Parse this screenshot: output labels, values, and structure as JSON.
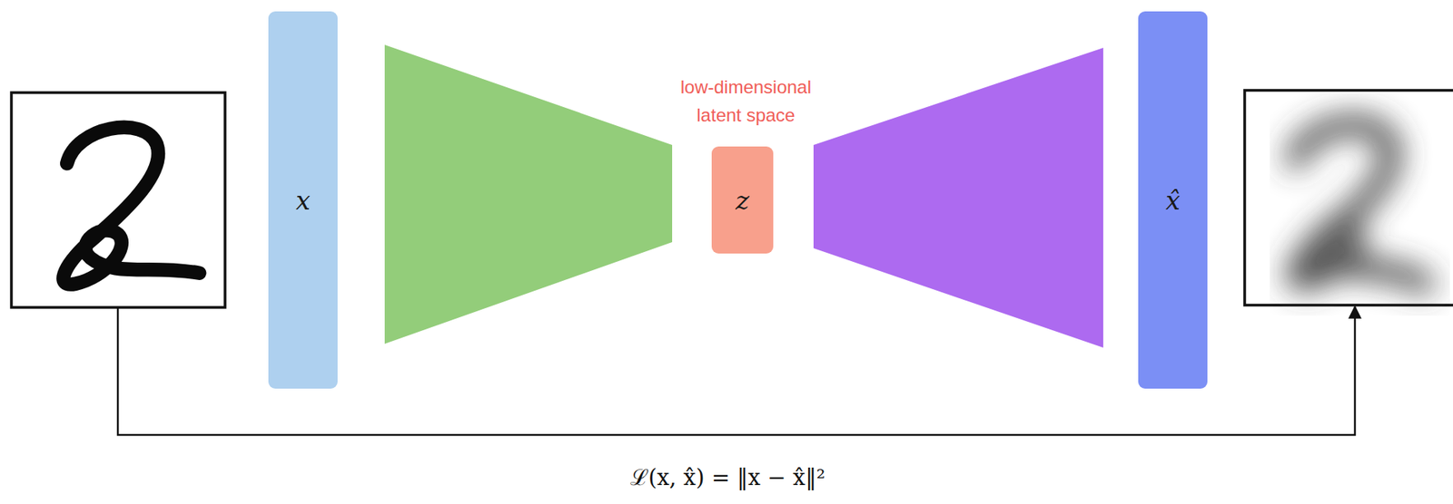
{
  "diagram": {
    "nodes": [
      {
        "text": [
          "x"
        ]
      },
      {
        "text": [
          "z"
        ]
      },
      {
        "text": [
          "x̂"
        ]
      }
    ],
    "labels": [
      "low-dimensional latent space",
      "ℒ(x, x̂) = ‖x − x̂‖²"
    ]
  }
}
